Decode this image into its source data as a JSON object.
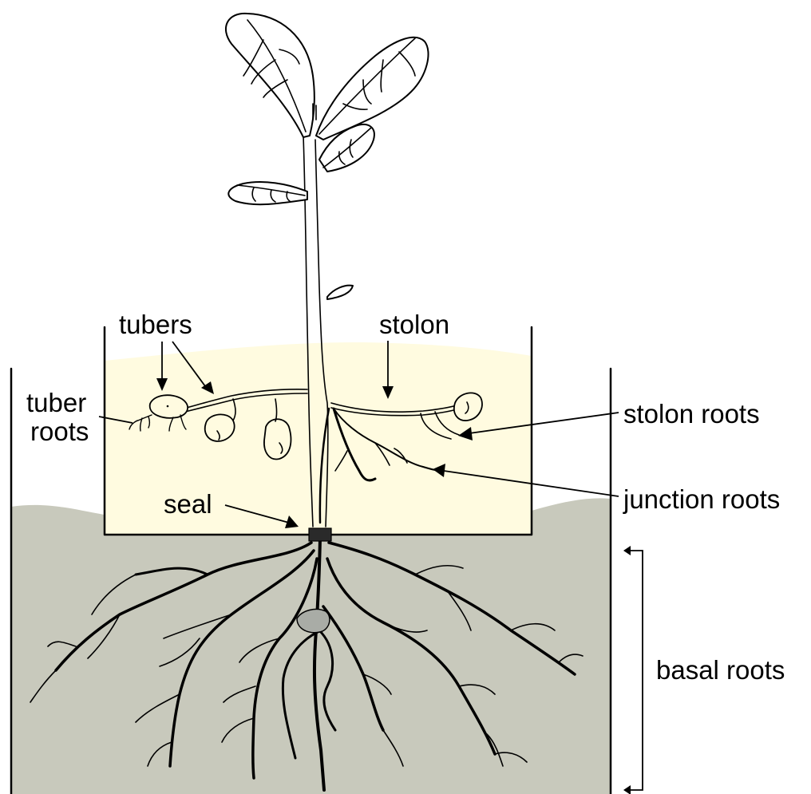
{
  "labels": {
    "tubers": "tubers",
    "stolon": "stolon",
    "tuber_roots_line1": "tuber",
    "tuber_roots_line2": "roots",
    "stolon_roots": "stolon roots",
    "junction_roots": "junction roots",
    "seal": "seal",
    "basal_roots": "basal roots"
  },
  "colors": {
    "upper_pot_soil": "#fffbe0",
    "lower_container_soil": "#c8c9bc",
    "outline": "#000000",
    "seal": "#2a2a2a",
    "stone": "#a9aca6"
  }
}
